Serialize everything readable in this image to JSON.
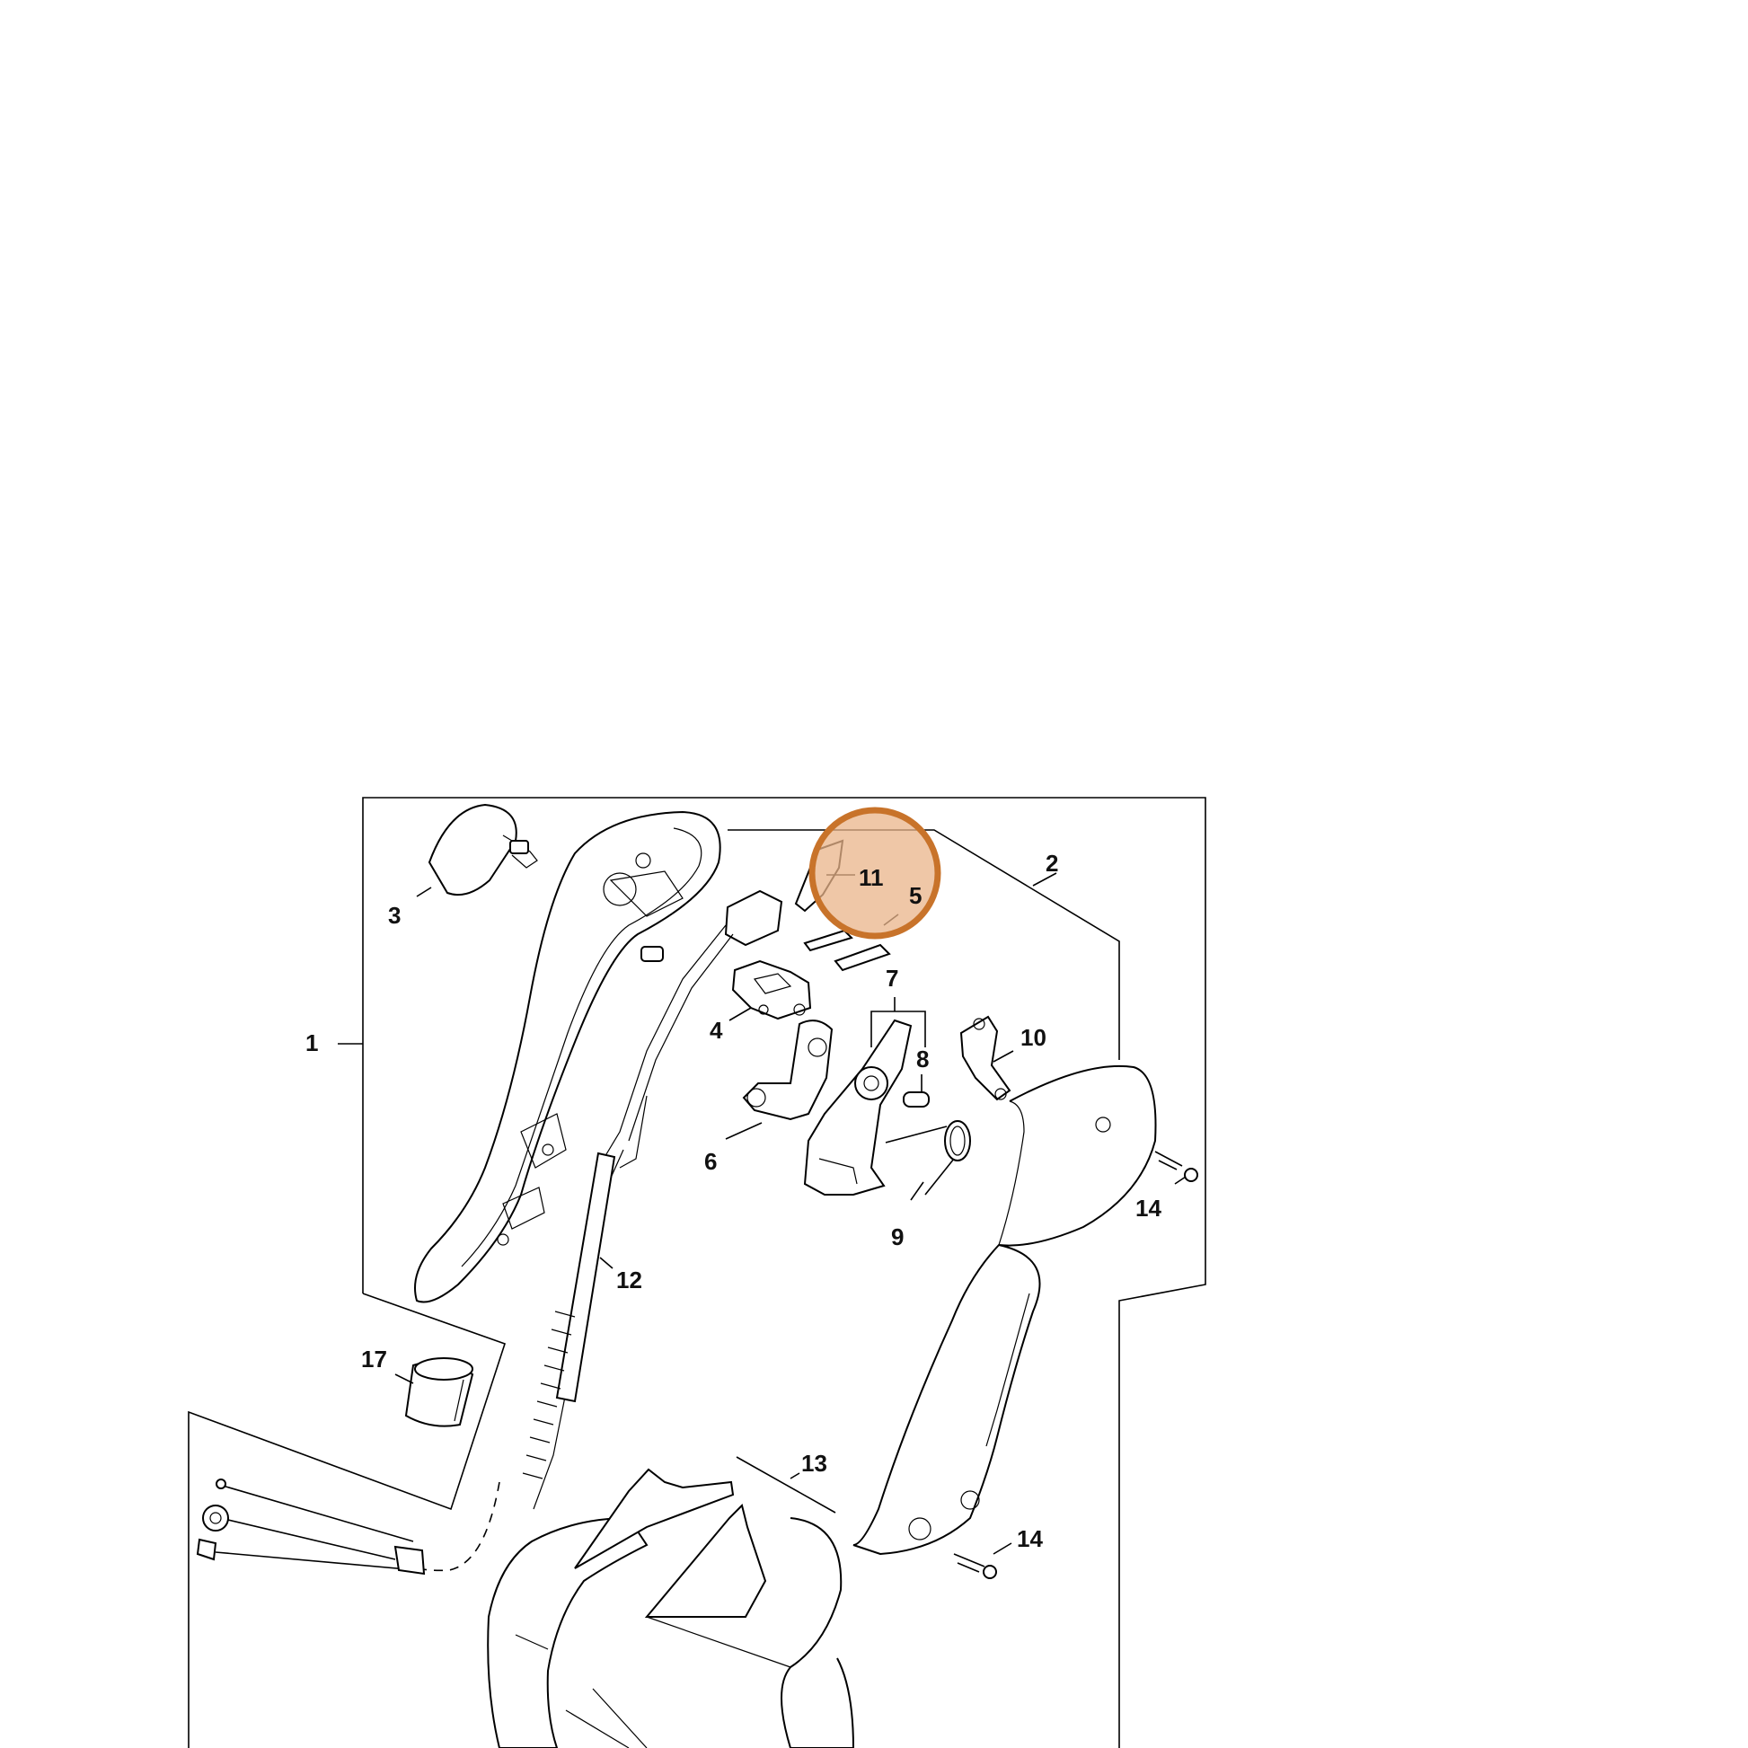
{
  "diagram": {
    "callouts": [
      {
        "id": "1",
        "text": "1"
      },
      {
        "id": "2",
        "text": "2"
      },
      {
        "id": "3",
        "text": "3"
      },
      {
        "id": "4",
        "text": "4"
      },
      {
        "id": "5",
        "text": "5"
      },
      {
        "id": "6",
        "text": "6"
      },
      {
        "id": "7",
        "text": "7"
      },
      {
        "id": "8",
        "text": "8"
      },
      {
        "id": "9",
        "text": "9"
      },
      {
        "id": "10",
        "text": "10"
      },
      {
        "id": "11",
        "text": "11"
      },
      {
        "id": "12",
        "text": "12"
      },
      {
        "id": "13",
        "text": "13"
      },
      {
        "id": "14a",
        "text": "14"
      },
      {
        "id": "14b",
        "text": "14"
      },
      {
        "id": "17",
        "text": "17"
      }
    ],
    "highlight": {
      "target": "11",
      "color": "#c8732a",
      "fill": "#e9b48a"
    }
  }
}
